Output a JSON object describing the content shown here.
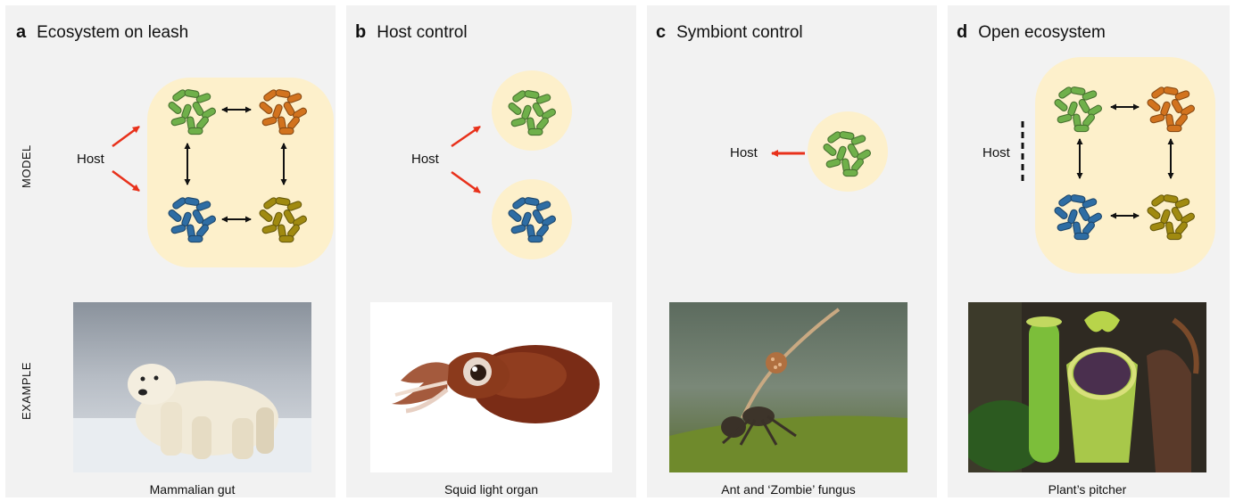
{
  "row_labels": {
    "model": "MODEL",
    "example": "EXAMPLE"
  },
  "host_label": "Host",
  "panels": [
    {
      "letter": "a",
      "title": "Ecosystem on leash",
      "caption": "Mammalian gut"
    },
    {
      "letter": "b",
      "title": "Host control",
      "caption": "Squid light organ"
    },
    {
      "letter": "c",
      "title": "Symbiont control",
      "caption": "Ant and ‘Zombie’ fungus"
    },
    {
      "letter": "d",
      "title": "Open ecosystem",
      "caption": "Plant’s pitcher"
    }
  ],
  "colors": {
    "panel_bg": "#f2f2f2",
    "blob": "#fdf0cb",
    "green": "#6fb04a",
    "blue": "#2e6da4",
    "orange": "#d2731e",
    "olive": "#a08a10",
    "host_arrow": "#e8311b"
  }
}
